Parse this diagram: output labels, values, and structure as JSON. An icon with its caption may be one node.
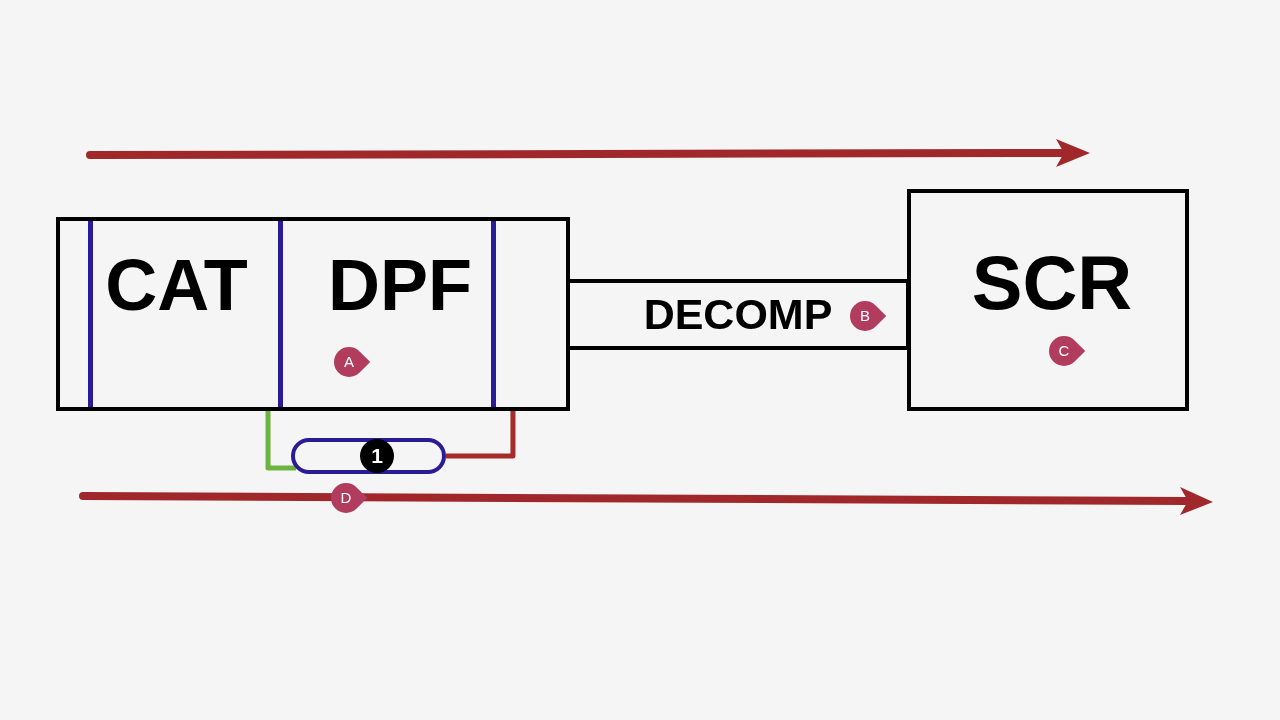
{
  "diagram": {
    "nodes": [
      {
        "text": [],
        "shape": "box"
      },
      {
        "text": [
          "CAT"
        ],
        "in": 0
      },
      {
        "text": [
          "DPF"
        ],
        "in": 0
      },
      {
        "text": [
          "DECOMP"
        ]
      },
      {
        "text": [
          "SCR"
        ]
      },
      {
        "text": [
          "1"
        ]
      }
    ],
    "edges": [
      {
        "from": 0,
        "to": 5,
        "arrow": "none",
        "color": "#6cb33f"
      },
      {
        "from": 0,
        "to": 5,
        "arrow": "none",
        "color": "#a52a2a"
      }
    ],
    "labels": [
      "A",
      "B",
      "C",
      "D"
    ]
  }
}
